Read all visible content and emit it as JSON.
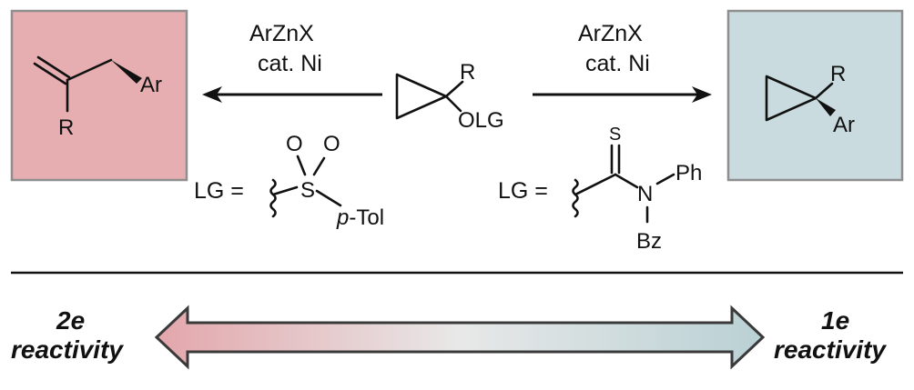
{
  "left_reaction": {
    "reagent_line1": "ArZnX",
    "reagent_line2": "cat. Ni",
    "product": {
      "r_label": "R",
      "ar_label": "Ar",
      "box_color": "#e6aeb1"
    },
    "leaving_group": {
      "lg_prefix": "LG =",
      "s_label": "S",
      "o1_label": "O",
      "o2_label": "O",
      "p_label": "p",
      "tol_label": "-Tol"
    }
  },
  "substrate": {
    "r_label": "R",
    "olg_label": "OLG"
  },
  "right_reaction": {
    "reagent_line1": "ArZnX",
    "reagent_line2": "cat. Ni",
    "product": {
      "r_label": "R",
      "ar_label": "Ar",
      "box_color": "#c9dbdf"
    },
    "leaving_group": {
      "lg_prefix": "LG =",
      "s_label": "S",
      "n_label": "N",
      "ph_label": "Ph",
      "bz_label": "Bz"
    }
  },
  "reactivity_scale": {
    "left_line1": "2e",
    "left_line2": "reactivity",
    "right_line1": "1e",
    "right_line2": "reactivity",
    "gradient_start": "#e3a6ab",
    "gradient_mid": "#e8e8e8",
    "gradient_end": "#b9d1d4"
  }
}
